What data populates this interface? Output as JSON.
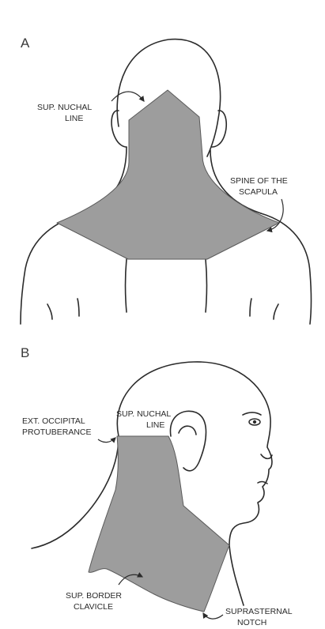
{
  "panels": {
    "a": {
      "letter": "A",
      "labels": {
        "nuchal_line": [
          "SUP. NUCHAL",
          "LINE"
        ],
        "spine_scapula": [
          "SPINE OF THE",
          "SCAPULA"
        ]
      }
    },
    "b": {
      "letter": "B",
      "labels": {
        "nuchal_line": [
          "SUP. NUCHAL",
          "LINE"
        ],
        "ext_occipital": [
          "EXT. OCCIPITAL",
          "PROTUBERANCE"
        ],
        "sup_border_clavicle": [
          "SUP. BORDER",
          "CLAVICLE"
        ],
        "suprasternal_notch": [
          "SUPRASTERNAL",
          "NOTCH"
        ]
      }
    }
  },
  "colors": {
    "shaded_region": "#9d9d9d",
    "outline": "#2b2b2b",
    "text": "#2a2a2a"
  }
}
